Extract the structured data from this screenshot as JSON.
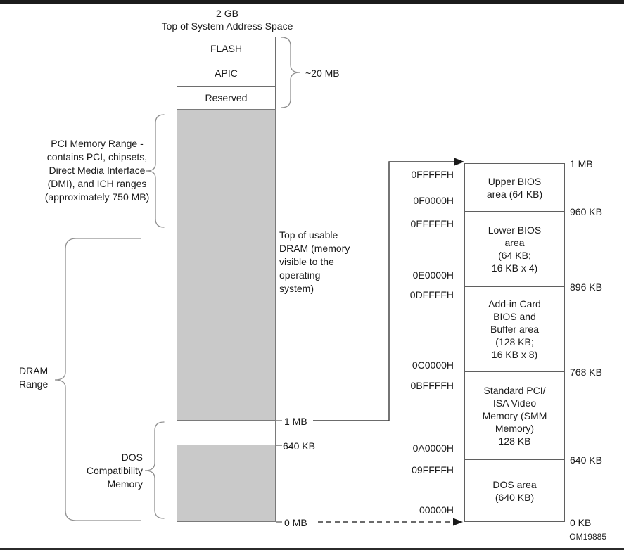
{
  "figure": {
    "title_line1": "2 GB",
    "title_line2": "Top of System Address Space",
    "figure_id": "OM19885"
  },
  "top_stack": {
    "boxes": [
      "FLASH",
      "APIC",
      "Reserved"
    ],
    "brace_label": "~20 MB"
  },
  "left_annotations": {
    "pci_range": "PCI Memory Range -\ncontains PCI, chipsets,\nDirect Media Interface\n(DMI), and ICH ranges\n(approximately 750 MB)",
    "dram_range": "DRAM\nRange",
    "dos_compat": "DOS\nCompatibility\nMemory"
  },
  "column_annotations": {
    "top_of_dram": "Top of usable\nDRAM (memory\nvisible to the\noperating\nsystem)",
    "one_mb": "1 MB",
    "kb_640": "640 KB",
    "zero_mb": "0 MB"
  },
  "detail_map": {
    "regions": [
      "Upper BIOS\narea (64 KB)",
      "Lower BIOS\narea\n(64 KB;\n16 KB x 4)",
      "Add-in Card\nBIOS and\nBuffer area\n(128 KB;\n16 KB x 8)",
      "Standard PCI/\nISA Video\nMemory (SMM\nMemory)\n128 KB",
      "DOS area\n(640 KB)"
    ],
    "hex_labels": [
      "0FFFFFH",
      "0F0000H",
      "0EFFFFH",
      "0E0000H",
      "0DFFFFH",
      "0C0000H",
      "0BFFFFH",
      "0A0000H",
      "09FFFFH",
      "00000H"
    ],
    "size_labels": [
      "1 MB",
      "960 KB",
      "896 KB",
      "768 KB",
      "640 KB",
      "0 KB"
    ]
  },
  "colors": {
    "region_fill": "#c9c9c9",
    "column_border": "#7a7a7a",
    "brace": "#8f8f8f",
    "line": "#3a3a3a"
  }
}
